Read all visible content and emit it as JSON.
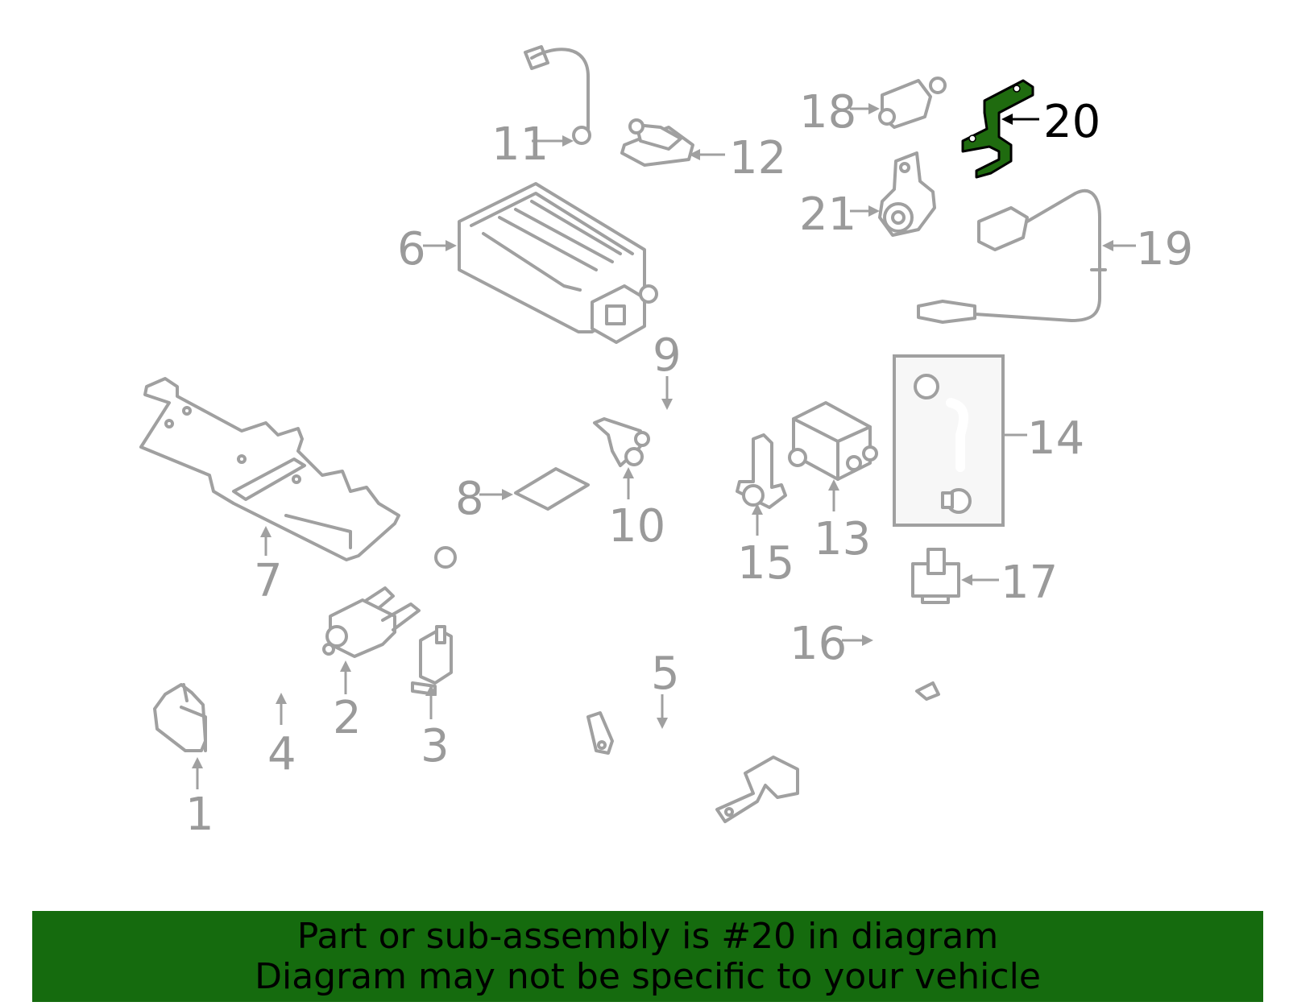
{
  "diagram": {
    "highlighted_part": "20",
    "colors": {
      "part_line": "#a0a0a0",
      "highlight_fill": "#1f6b0f",
      "banner": "#156b0e"
    },
    "callouts": {
      "c1": "1",
      "c2": "2",
      "c3": "3",
      "c4": "4",
      "c5": "5",
      "c6": "6",
      "c7": "7",
      "c8": "8",
      "c9": "9",
      "c10": "10",
      "c11": "11",
      "c12": "12",
      "c13": "13",
      "c14": "14",
      "c15": "15",
      "c16": "16",
      "c17": "17",
      "c18": "18",
      "c19": "19",
      "c20": "20",
      "c21": "21"
    }
  },
  "banner": {
    "line1": "Part or sub-assembly is #20 in diagram",
    "line2": "Diagram may not be specific to your vehicle"
  }
}
